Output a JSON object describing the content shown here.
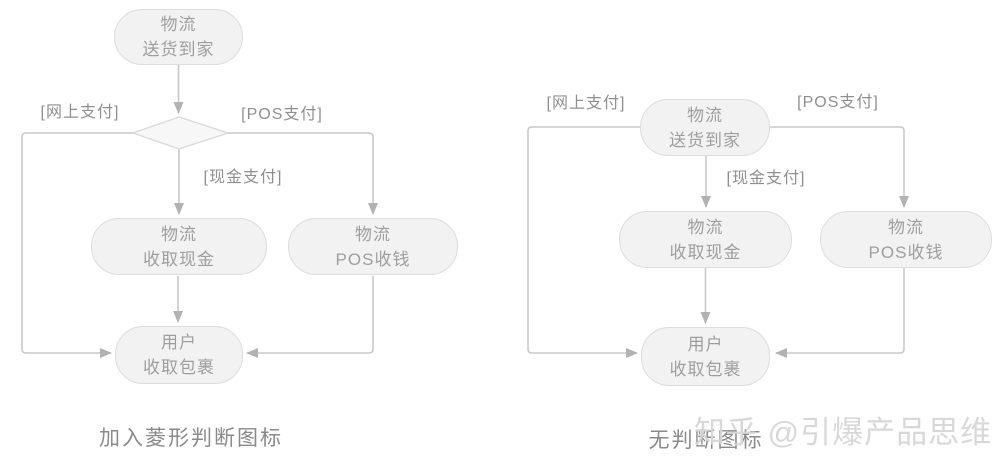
{
  "colors": {
    "background": "#ffffff",
    "node_fill": "#f2f2f2",
    "node_border": "#dcdcdc",
    "diamond_fill": "#f7f7f7",
    "connector_line": "#c8c8c8",
    "arrowhead": "#b2b2b2",
    "node_text": "#9e9e9e",
    "edge_label_text": "#8f8f8f",
    "caption_text": "#8a8a8a",
    "watermark_text": "#d6d6d6"
  },
  "left_diagram": {
    "caption": "加入菱形判断图标",
    "nodes": {
      "start": {
        "line1": "物流",
        "line2": "送货到家"
      },
      "cash": {
        "line1": "物流",
        "line2": "收取现金"
      },
      "pos": {
        "line1": "物流",
        "line2": "POS收钱"
      },
      "end": {
        "line1": "用户",
        "line2": "收取包裹"
      }
    },
    "edge_labels": {
      "online": "[网上支付]",
      "pos": "[POS支付]",
      "cash": "[现金支付]"
    }
  },
  "right_diagram": {
    "caption": "无判断图标",
    "nodes": {
      "start": {
        "line1": "物流",
        "line2": "送货到家"
      },
      "cash": {
        "line1": "物流",
        "line2": "收取现金"
      },
      "pos": {
        "line1": "物流",
        "line2": "POS收钱"
      },
      "end": {
        "line1": "用户",
        "line2": "收取包裹"
      }
    },
    "edge_labels": {
      "online": "[网上支付]",
      "pos": "[POS支付]",
      "cash": "[现金支付]"
    }
  },
  "watermark": {
    "text": "知乎 @引爆产品思维"
  }
}
